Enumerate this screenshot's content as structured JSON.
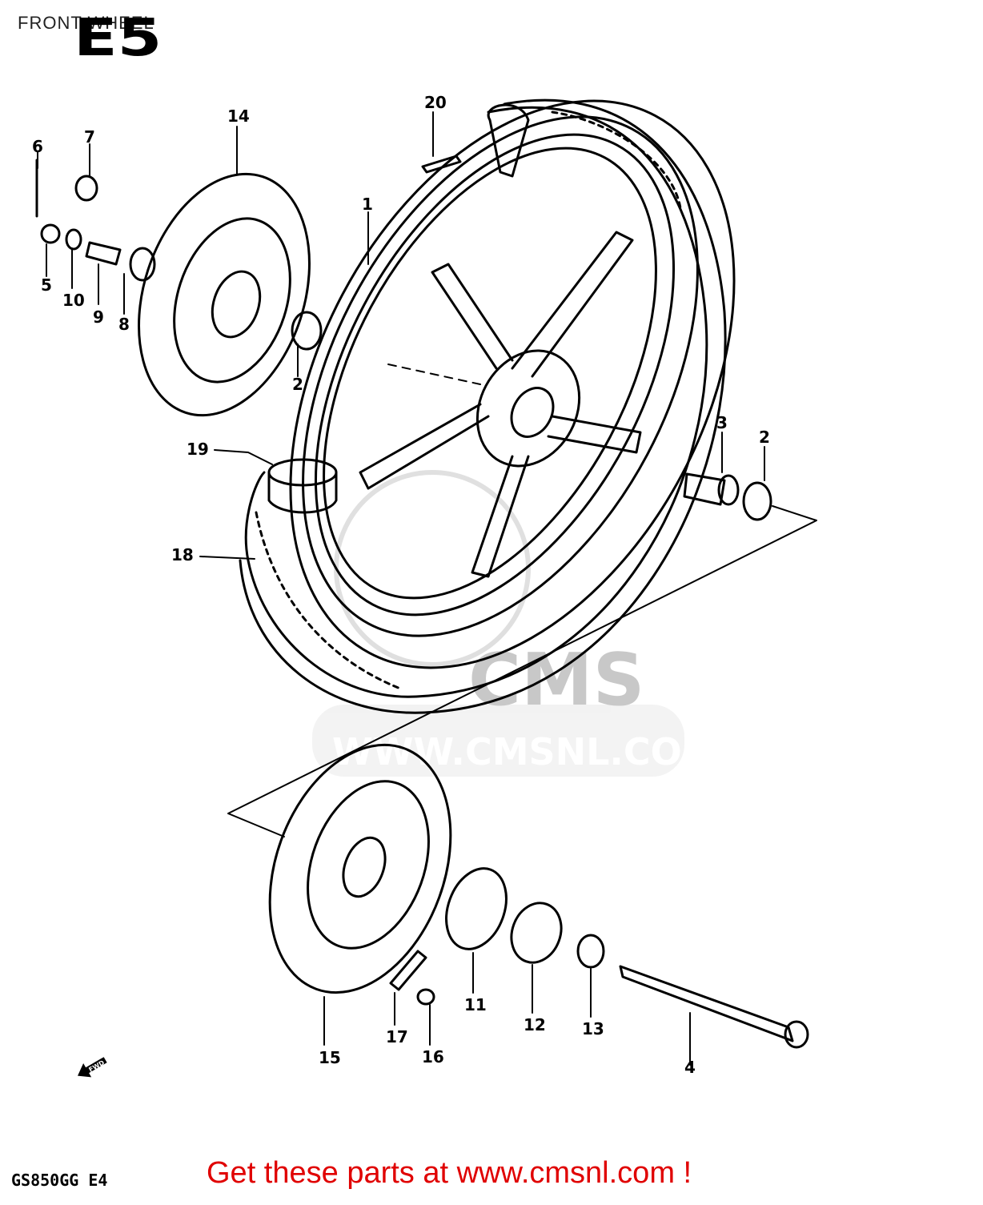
{
  "diagram": {
    "title": "FRONT WHEEL",
    "section_code": "E5",
    "model_code": "GS850GG E4",
    "direction_marker": "FWD",
    "watermark": {
      "brand": "CMS",
      "url": "WWW.CMSNL.COM"
    },
    "callouts": [
      "1",
      "2",
      "2",
      "3",
      "4",
      "5",
      "6",
      "7",
      "8",
      "9",
      "10",
      "11",
      "12",
      "13",
      "14",
      "15",
      "16",
      "17",
      "18",
      "19",
      "20"
    ]
  },
  "footer": {
    "link_text": "Get these parts at www.cmsnl.com !",
    "link_color": "#e00000"
  }
}
